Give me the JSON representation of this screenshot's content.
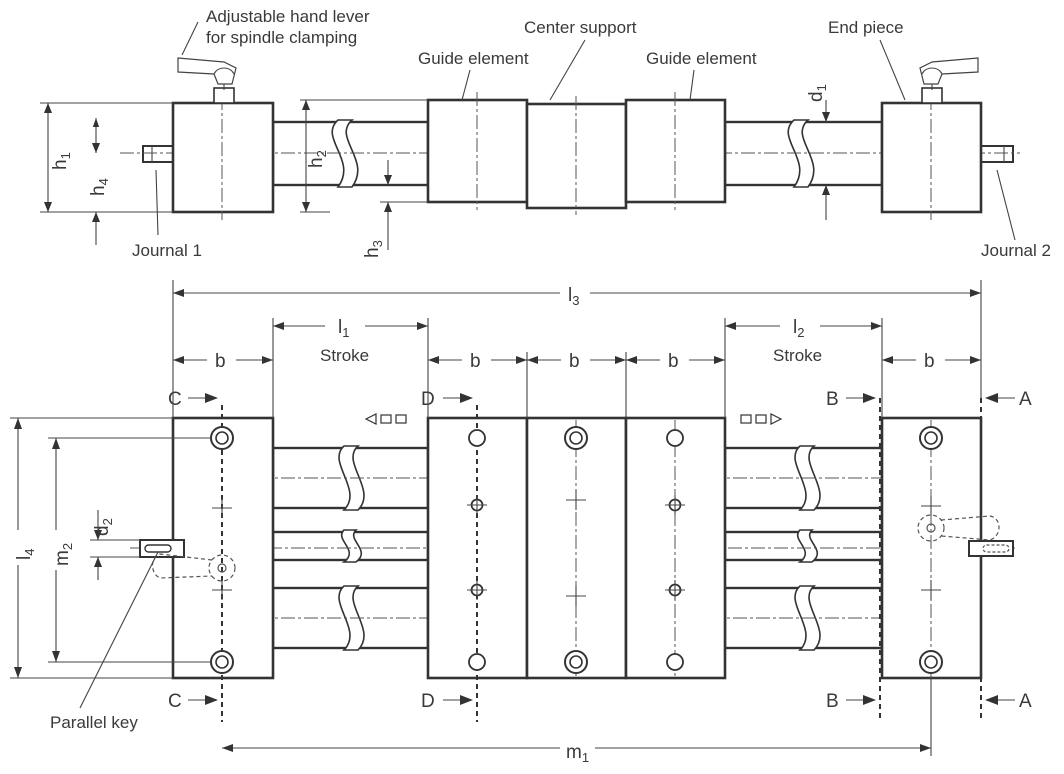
{
  "labels": {
    "hand_lever_line1": "Adjustable hand lever",
    "hand_lever_line2": "for spindle clamping",
    "center_support": "Center support",
    "guide_element_left": "Guide element",
    "guide_element_right": "Guide element",
    "end_piece": "End piece",
    "journal_1": "Journal 1",
    "journal_2": "Journal 2",
    "parallel_key": "Parallel key",
    "stroke_left": "Stroke",
    "stroke_right": "Stroke"
  },
  "dimensions": {
    "h1": {
      "main": "h",
      "sub": "1"
    },
    "h2": {
      "main": "h",
      "sub": "2"
    },
    "h3": {
      "main": "h",
      "sub": "3"
    },
    "h4": {
      "main": "h",
      "sub": "4"
    },
    "d1": {
      "main": "d",
      "sub": "1"
    },
    "d2": {
      "main": "d",
      "sub": "2"
    },
    "l1": {
      "main": "l",
      "sub": "1"
    },
    "l2": {
      "main": "l",
      "sub": "2"
    },
    "l3": {
      "main": "l",
      "sub": "3"
    },
    "l4": {
      "main": "l",
      "sub": "4"
    },
    "m1": {
      "main": "m",
      "sub": "1"
    },
    "m2": {
      "main": "m",
      "sub": "2"
    },
    "b": "b"
  },
  "section_marks": {
    "A": "A",
    "B": "B",
    "C": "C",
    "D": "D"
  },
  "colors": {
    "line": "#333333",
    "text": "#3a3a3a",
    "background": "#ffffff"
  }
}
